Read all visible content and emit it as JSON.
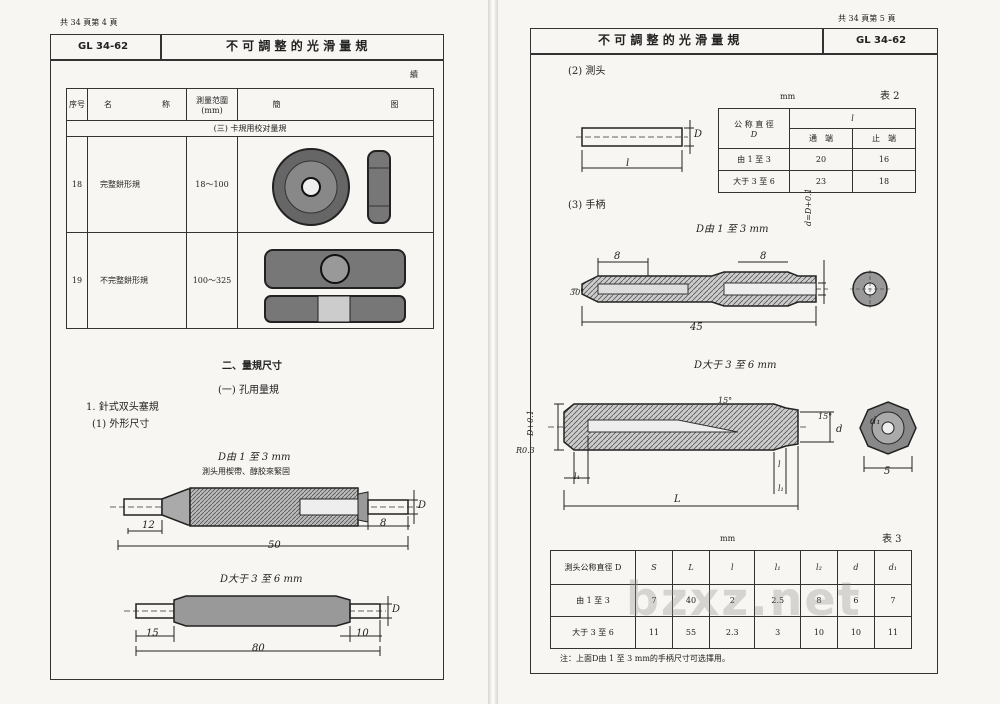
{
  "left": {
    "page_counter": "共 34 頁第 4 頁",
    "header": {
      "code": "GL 34-62",
      "title": "不 可 調 整 的 光 滑 量 規"
    },
    "cont_label": "續",
    "table_headers": {
      "no": "序号",
      "name_a": "名",
      "name_b": "称",
      "range": "測量范圍 (mm)",
      "fig_a": "簡",
      "fig_b": "图"
    },
    "section_row": "(三) 卡規用校对量規",
    "rows": [
      {
        "no": "18",
        "name": "完整餅形規",
        "range": "18～100"
      },
      {
        "no": "19",
        "name": "不完整餅形規",
        "range": "100～325"
      }
    ],
    "section2_title": "二、量規尺寸",
    "subsection_title": "(一) 孔用量規",
    "item1": "1. 針式双头塞規",
    "item1_sub": "(1) 外形尺寸",
    "fig1_title": "D由 1 至 3 mm",
    "fig1_note": "測头用楔帶、醇胶來緊固",
    "fig1_dims": {
      "d12": "12",
      "d8": "8",
      "d50": "50",
      "dD": "D"
    },
    "fig2_title": "D大于 3 至 6 mm",
    "fig2_dims": {
      "d15": "15",
      "d10": "10",
      "d80": "80",
      "dD": "D"
    }
  },
  "right": {
    "page_counter": "共 34 頁第 5 頁",
    "header": {
      "title": "不 可 調 整 的 光 滑 量 規",
      "code": "GL 34-62"
    },
    "sec2": "(2) 測头",
    "fig_l": "l",
    "fig_D": "D",
    "table2": {
      "unit": "mm",
      "label": "表 2",
      "h_nominal_a": "公 称 直 徑",
      "h_nominal_b": "D",
      "h_l": "l",
      "h_go": "通　端",
      "h_nogo": "止　端",
      "rows": [
        {
          "d": "由 1 至 3",
          "go": "20",
          "nogo": "16"
        },
        {
          "d": "大于 3 至 6",
          "go": "23",
          "nogo": "18"
        }
      ]
    },
    "sec3": "(3) 手柄",
    "fig3_title": "D由 1 至 3 mm",
    "fig3_dims": {
      "d8a": "8",
      "d8b": "8",
      "d45": "45",
      "a30": "30°",
      "dd": "d=D+0.1"
    },
    "fig4_title": "D大于 3 至 6 mm",
    "fig4_dims": {
      "a15a": "15°",
      "a15b": "15°",
      "r": "R0.3",
      "l4": "l₄",
      "l": "l",
      "l1": "l₁",
      "L": "L",
      "d": "d",
      "d1": "d₁",
      "s5": "5",
      "dl": "D+0.1"
    },
    "table3": {
      "unit": "mm",
      "label": "表 3",
      "headers": [
        "測头公称直徑 D",
        "S",
        "L",
        "l",
        "l₁",
        "l₂",
        "d",
        "d₁"
      ],
      "rows": [
        [
          "由 1 至 3",
          "7",
          "40",
          "2",
          "2.5",
          "8",
          "6",
          "7"
        ],
        [
          "大于 3 至 6",
          "11",
          "55",
          "2.3",
          "3",
          "10",
          "10",
          "11"
        ]
      ]
    },
    "note": "注：上面D由 1 至 3 mm的手柄尺寸可选擇用。",
    "watermark": "bzxz.net"
  }
}
